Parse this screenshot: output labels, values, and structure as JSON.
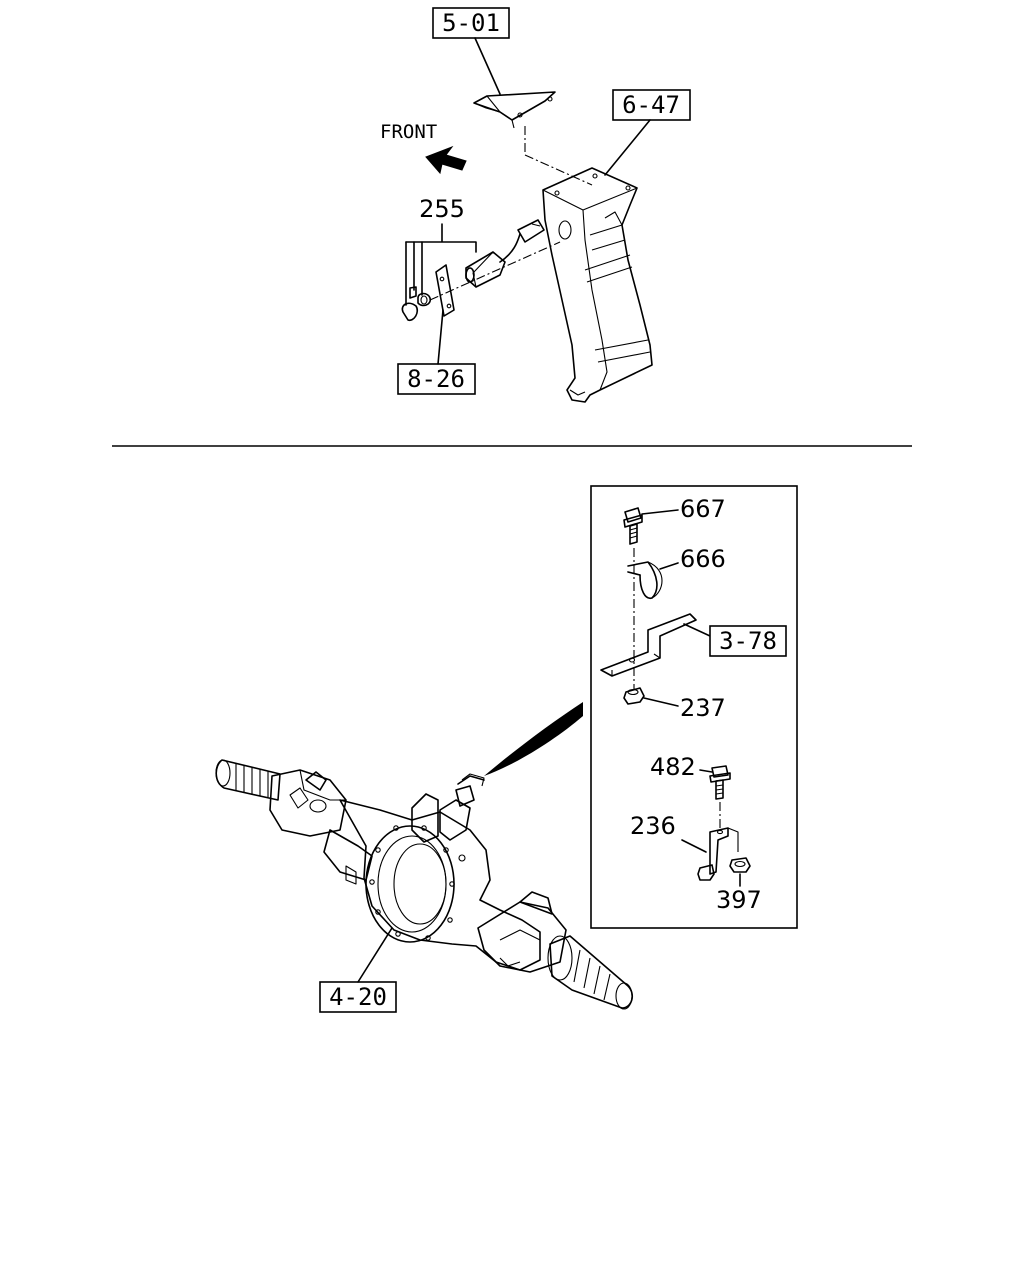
{
  "labels": {
    "ref_5_01": "5-01",
    "ref_6_47": "6-47",
    "ref_8_26": "8-26",
    "ref_3_78": "3-78",
    "ref_4_20": "4-20",
    "front": "FRONT",
    "p255": "255",
    "p667": "667",
    "p666": "666",
    "p237": "237",
    "p482": "482",
    "p236": "236",
    "p397": "397"
  },
  "colors": {
    "ink": "#000000",
    "paper": "#ffffff"
  },
  "icons": {
    "front_arrow": "arrow-up-left-icon"
  }
}
